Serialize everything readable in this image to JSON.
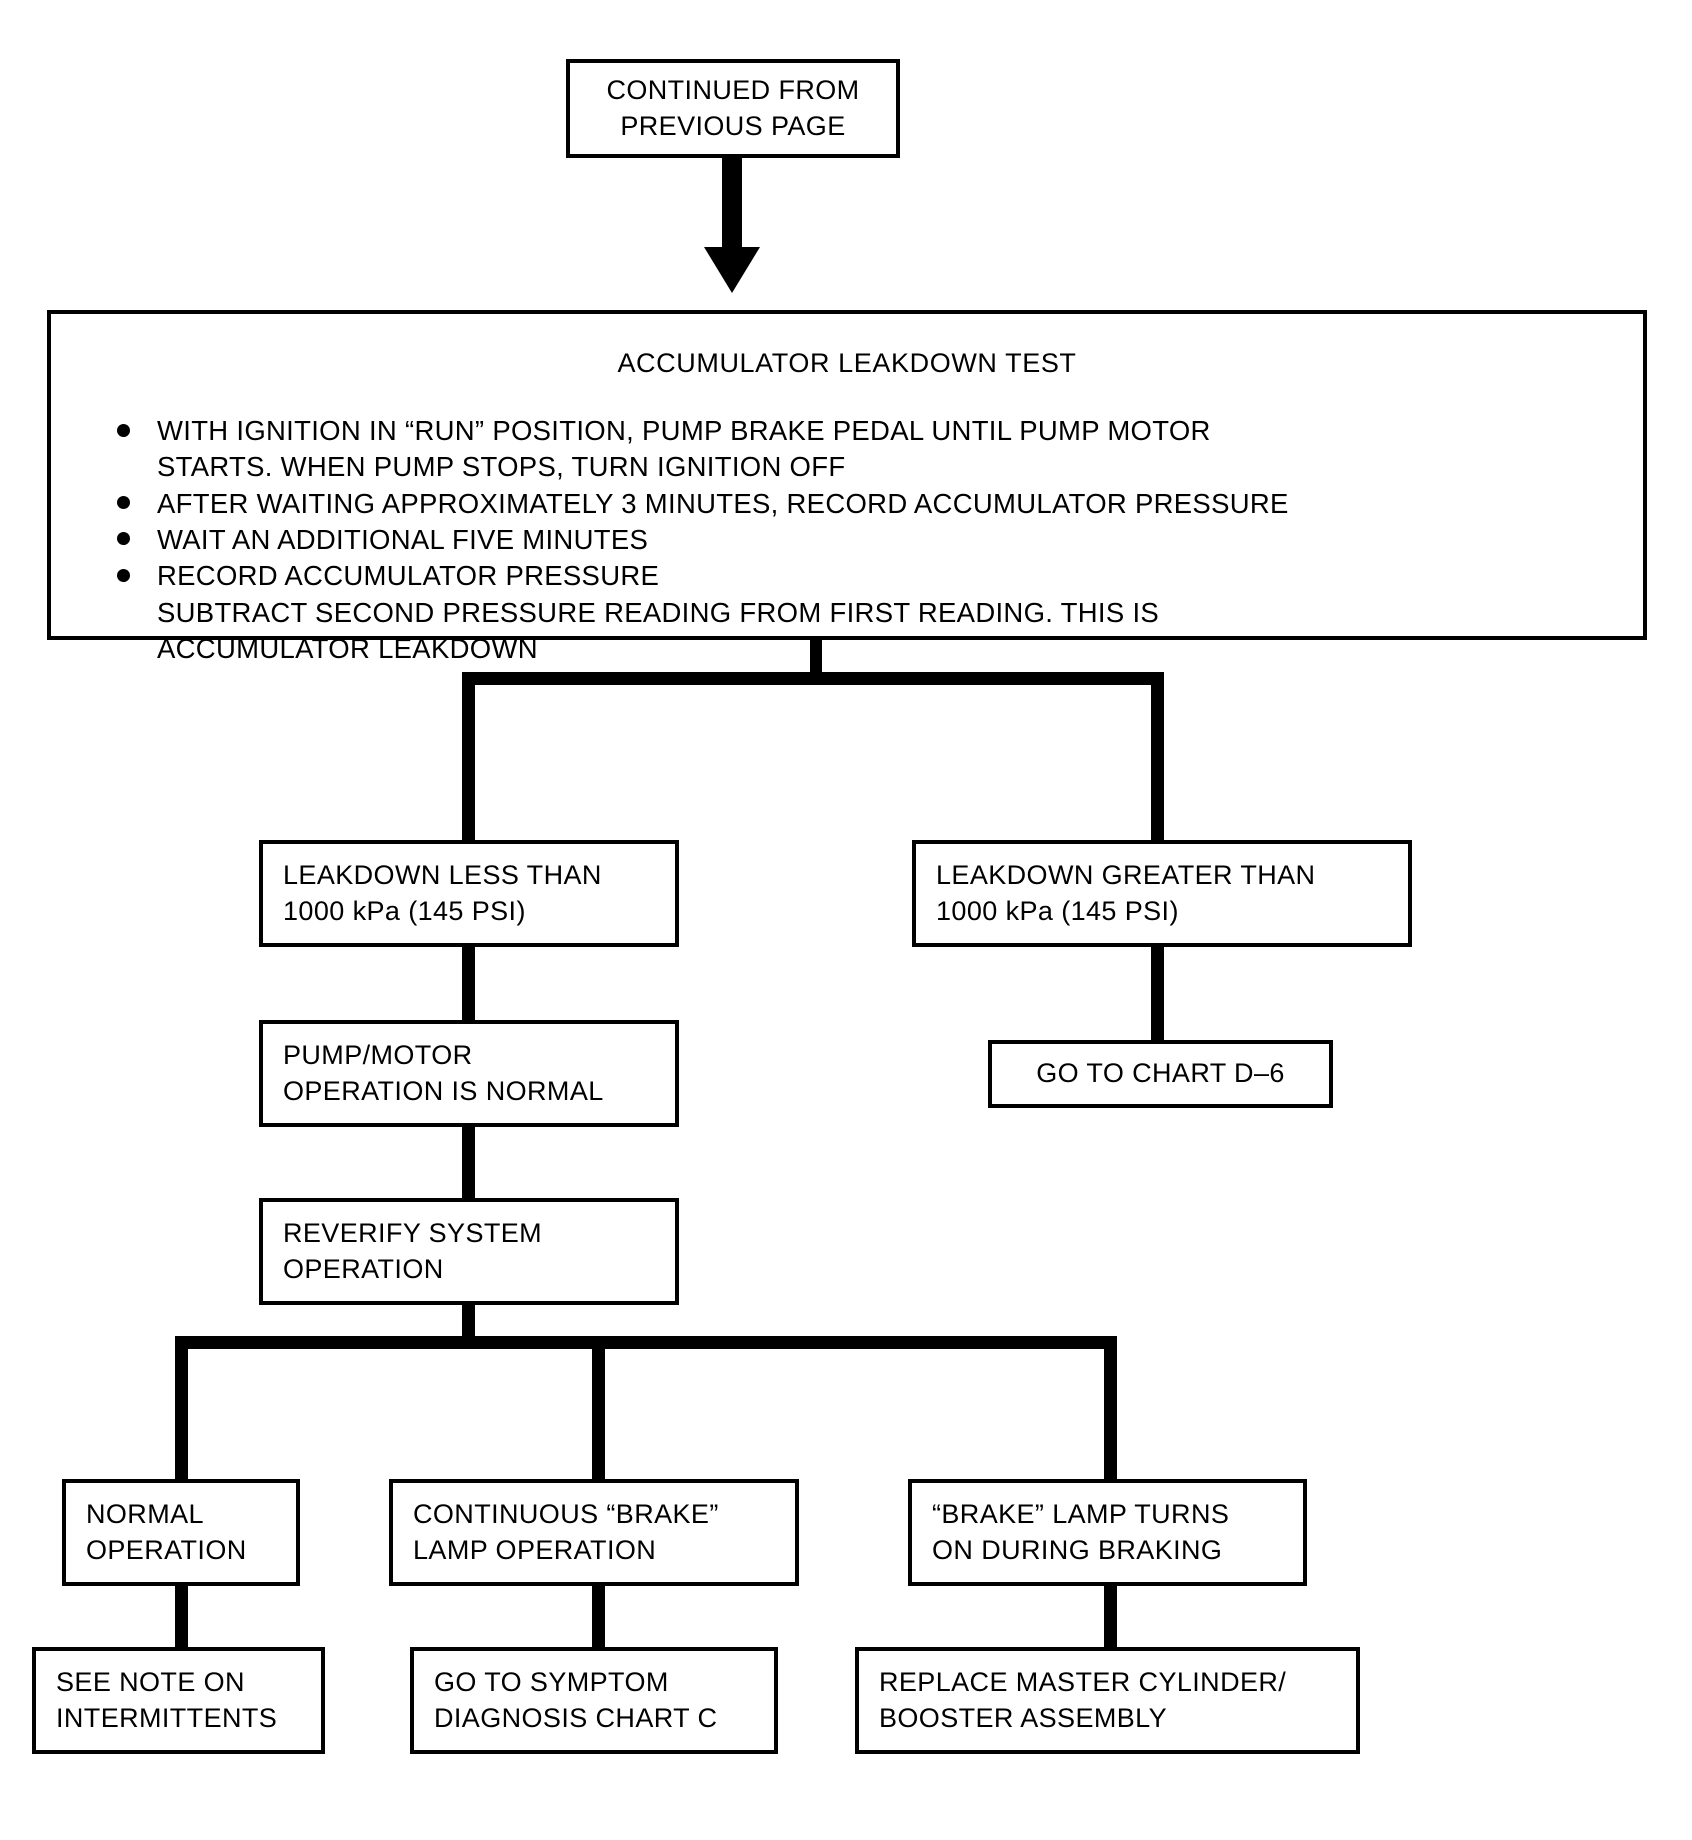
{
  "diagram": {
    "type": "flowchart",
    "title": "Accumulator Leakdown Test diagnostic flowchart",
    "nodes": {
      "continued": {
        "lines": [
          "CONTINUED FROM",
          "PREVIOUS PAGE"
        ]
      },
      "accumulator_test": {
        "title": "ACCUMULATOR LEAKDOWN TEST",
        "bullets": [
          {
            "lines": [
              "WITH IGNITION IN “RUN” POSITION, PUMP BRAKE PEDAL UNTIL PUMP MOTOR",
              "STARTS. WHEN PUMP STOPS, TURN IGNITION OFF"
            ]
          },
          {
            "lines": [
              "AFTER WAITING APPROXIMATELY 3 MINUTES, RECORD ACCUMULATOR PRESSURE"
            ]
          },
          {
            "lines": [
              "WAIT AN ADDITIONAL FIVE MINUTES"
            ]
          },
          {
            "lines": [
              "RECORD ACCUMULATOR PRESSURE",
              "SUBTRACT SECOND PRESSURE READING FROM FIRST READING. THIS IS",
              "ACCUMULATOR LEAKDOWN"
            ]
          }
        ]
      },
      "leakdown_less": {
        "lines": [
          "LEAKDOWN LESS THAN",
          "1000 kPa (145 PSI)"
        ]
      },
      "leakdown_greater": {
        "lines": [
          "LEAKDOWN GREATER THAN",
          "1000 kPa (145 PSI)"
        ]
      },
      "pump_motor_normal": {
        "lines": [
          "PUMP/MOTOR",
          "OPERATION IS NORMAL"
        ]
      },
      "go_to_chart_d6": {
        "lines": [
          "GO TO CHART D–6"
        ]
      },
      "reverify_system": {
        "lines": [
          "REVERIFY SYSTEM",
          "OPERATION"
        ]
      },
      "normal_operation": {
        "lines": [
          "NORMAL",
          "OPERATION"
        ]
      },
      "continuous_brake_lamp": {
        "lines": [
          "CONTINUOUS “BRAKE”",
          "LAMP OPERATION"
        ]
      },
      "brake_lamp_braking": {
        "lines": [
          "“BRAKE” LAMP TURNS",
          "ON DURING BRAKING"
        ]
      },
      "see_note_intermittents": {
        "lines": [
          "SEE NOTE ON",
          "INTERMITTENTS"
        ]
      },
      "go_to_symptom_chart_c": {
        "lines": [
          "GO TO SYMPTOM",
          "DIAGNOSIS CHART C"
        ]
      },
      "replace_master_cylinder": {
        "lines": [
          "REPLACE MASTER CYLINDER/",
          "BOOSTER ASSEMBLY"
        ]
      }
    },
    "colors": {
      "line": "#000000",
      "background": "#ffffff",
      "text": "#000000"
    }
  }
}
